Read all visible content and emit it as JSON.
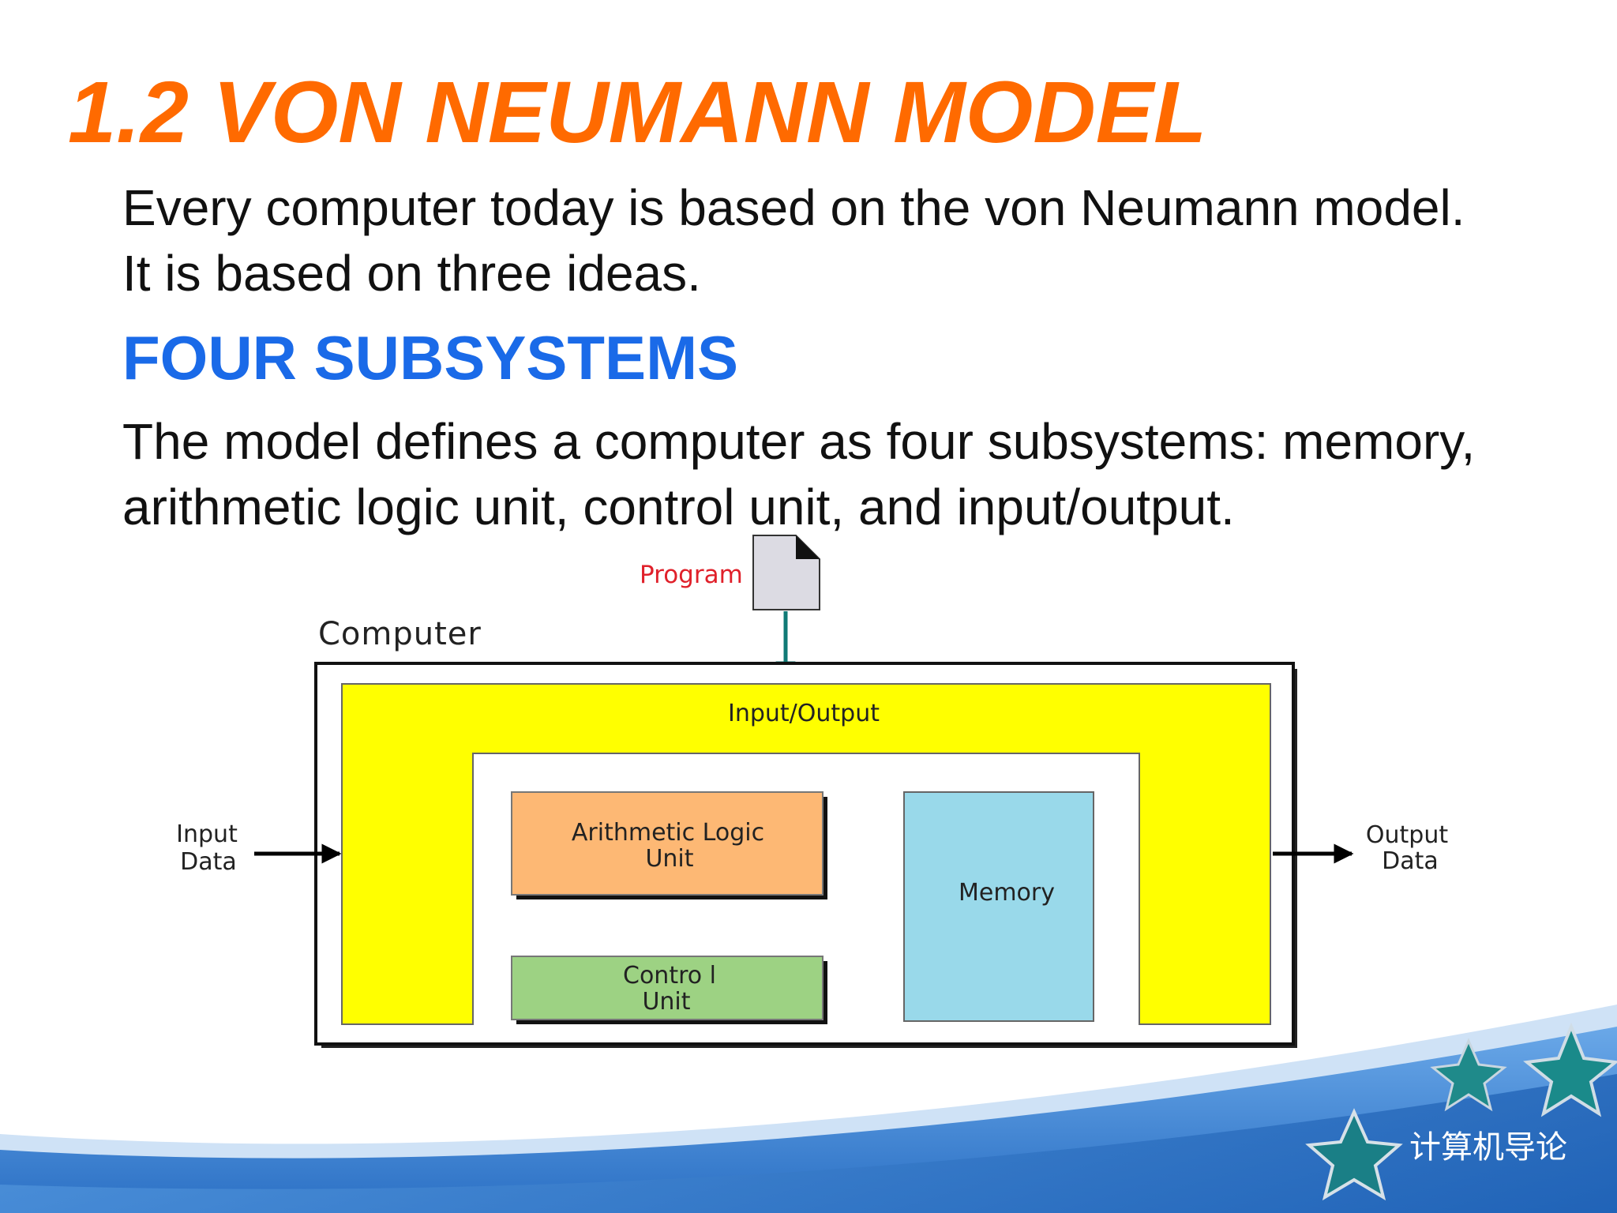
{
  "slide": {
    "title": "1.2 VON NEUMANN MODEL",
    "intro_line_1": "Every computer today is based on the von Neumann model.",
    "intro_line_2": "It is based on three ideas.",
    "subheading": "FOUR SUBSYSTEMS",
    "body_line_1": "The model defines a computer as four subsystems: memory,",
    "body_line_2": "arithmetic logic unit, control unit, and input/output.",
    "footer_label": "计算机导论"
  },
  "diagram": {
    "program_label": "Program",
    "computer_label": "Computer",
    "io_label": "Input/Output",
    "alu_label_1": "Arithmetic Logic",
    "alu_label_2": "Unit",
    "control_label_1": "Contro l",
    "control_label_2": "Unit",
    "memory_label": "Memory",
    "input_label_1": "Input",
    "input_label_2": "Data",
    "output_label_1": "Output",
    "output_label_2": "Data"
  },
  "colors": {
    "title": "#ff6a00",
    "subheading": "#1a6ae8",
    "io": "#ffff00",
    "alu": "#fdb874",
    "control": "#9dd283",
    "memory": "#99d9ea",
    "program_label": "#e0202a",
    "arrow_teal": "#117a76"
  }
}
